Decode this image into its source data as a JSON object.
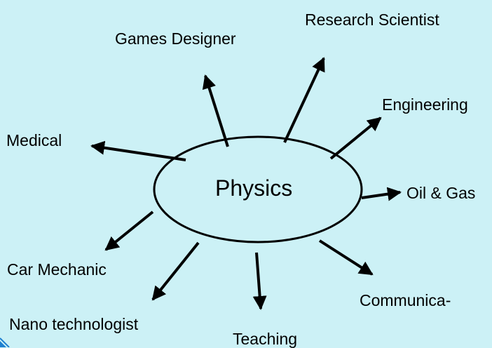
{
  "center": {
    "label": "Physics"
  },
  "careers": [
    {
      "label": "Games Designer"
    },
    {
      "label": "Research Scientist"
    },
    {
      "label": "Engineering"
    },
    {
      "label": "Medical"
    },
    {
      "label": "Oil & Gas"
    },
    {
      "label": "Car Mechanic"
    },
    {
      "label": "Communica-"
    },
    {
      "label": "Nano technologist"
    },
    {
      "label": "Teaching"
    }
  ],
  "colors": {
    "background": "#ccf1f6",
    "lines": "#000000",
    "corner_accent": "#1e7fd0"
  }
}
